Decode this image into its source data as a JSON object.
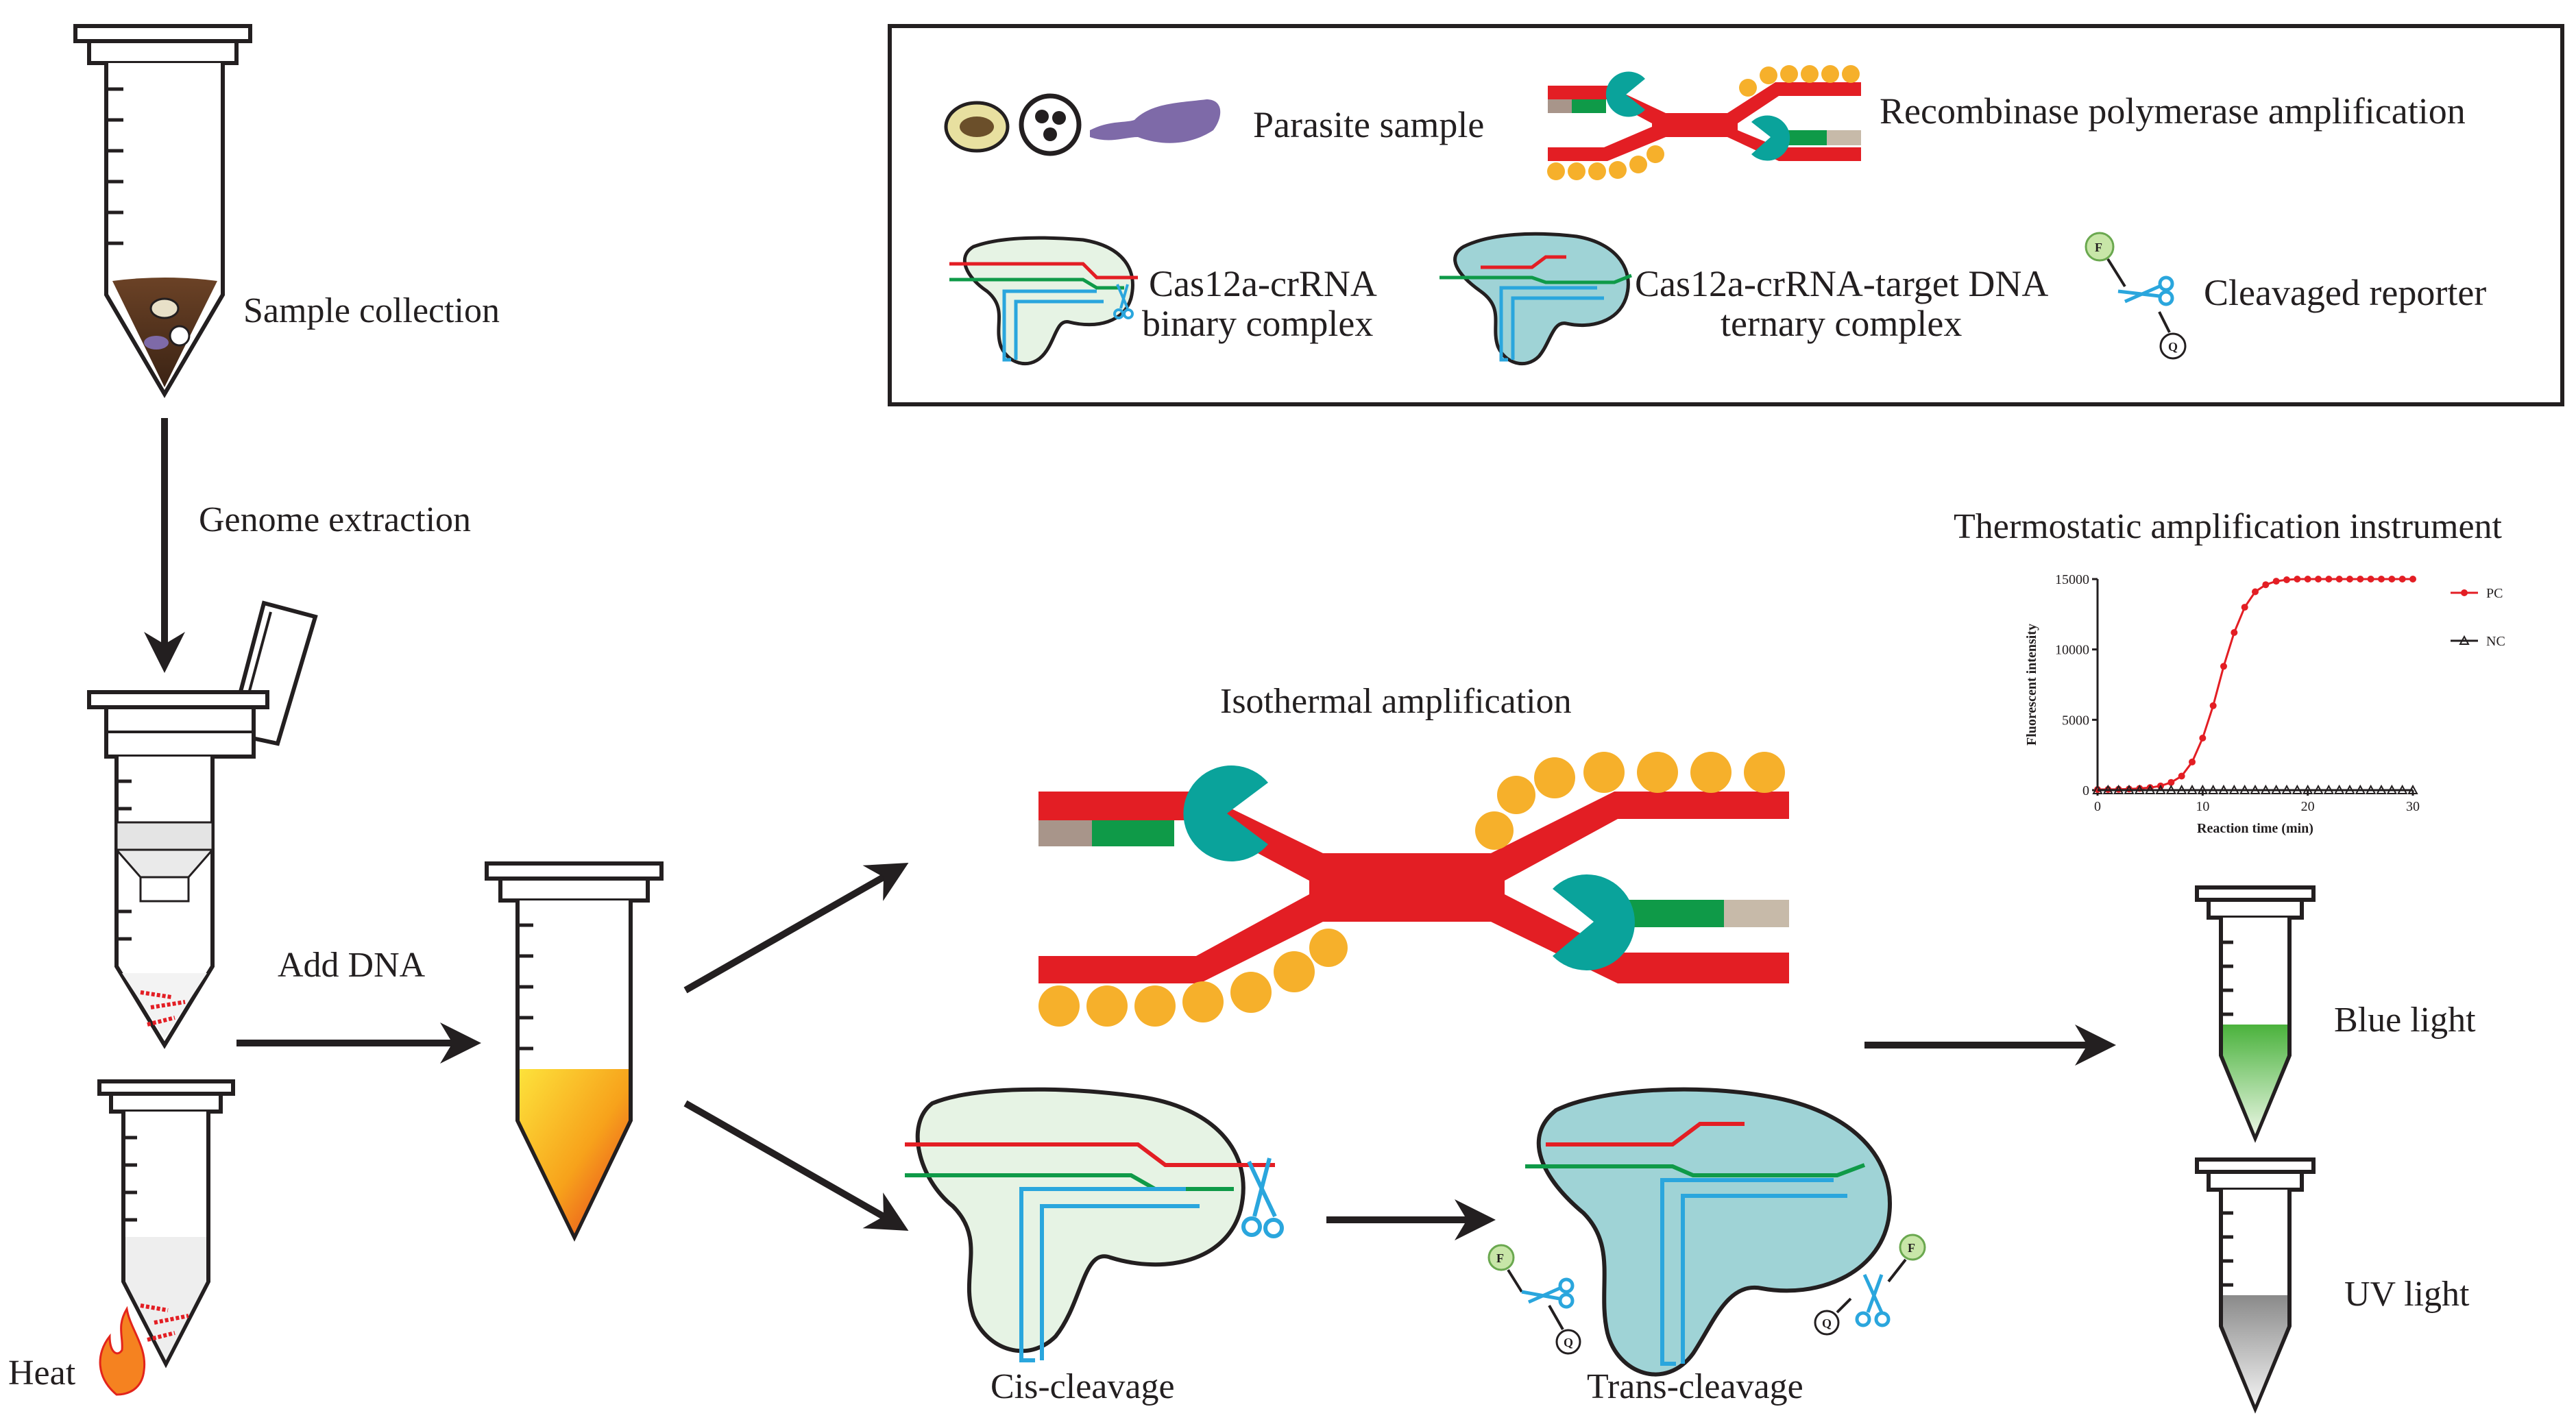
{
  "labels": {
    "sample_collection": "Sample collection",
    "genome_extraction": "Genome extraction",
    "add_dna": "Add DNA",
    "heat": "Heat",
    "isothermal_amplification": "Isothermal amplification",
    "cis_cleavage": "Cis-cleavage",
    "trans_cleavage": "Trans-cleavage",
    "instrument": "Thermostatic amplification instrument",
    "blue_light": "Blue light",
    "uv_light": "UV light"
  },
  "legend": {
    "parasite_sample": "Parasite sample",
    "rpa": "Recombinase polymerase amplification",
    "binary_line1": "Cas12a-crRNA",
    "binary_line2": "binary complex",
    "ternary_line1": "Cas12a-crRNA-target DNA",
    "ternary_line2": "ternary complex",
    "cleaved_reporter": "Cleavaged reporter"
  },
  "reporter": {
    "fluor": "F",
    "quench": "Q"
  },
  "colors": {
    "dna_red": "#e31e24",
    "primer_green": "#0f9a48",
    "tan": "#b9a89a",
    "recombinase_teal": "#0aa39b",
    "ssb_orange": "#f6b02b",
    "crrna_blue": "#2aa6dd",
    "cas_light": "#e6f3e4",
    "cas_teal": "#9fd3d6",
    "blue_light_tube": "#5cbf4a",
    "uv_tube": "#9e9e9e"
  },
  "chart_data": {
    "type": "line",
    "title": "",
    "xlabel": "Reaction time (min)",
    "ylabel": "Fluorescent intensity",
    "xlim": [
      0,
      30
    ],
    "ylim": [
      0,
      15000
    ],
    "xticks": [
      0,
      10,
      20,
      30
    ],
    "yticks": [
      0,
      5000,
      10000,
      15000
    ],
    "legend_position": "right",
    "series": [
      {
        "name": "PC",
        "marker": "circle",
        "color": "#e31e24",
        "x": [
          0,
          1,
          2,
          3,
          4,
          5,
          6,
          7,
          8,
          9,
          10,
          11,
          12,
          13,
          14,
          15,
          16,
          17,
          18,
          19,
          20,
          21,
          22,
          23,
          24,
          25,
          26,
          27,
          28,
          29,
          30
        ],
        "y": [
          50,
          50,
          60,
          80,
          120,
          180,
          300,
          550,
          1000,
          2000,
          3700,
          6000,
          8800,
          11200,
          13000,
          14100,
          14600,
          14850,
          14950,
          15000,
          15000,
          15000,
          15000,
          15000,
          15000,
          15000,
          15000,
          15000,
          15000,
          15000,
          15000
        ]
      },
      {
        "name": "NC",
        "marker": "triangle",
        "color": "#231f20",
        "x": [
          0,
          1,
          2,
          3,
          4,
          5,
          6,
          7,
          8,
          9,
          10,
          11,
          12,
          13,
          14,
          15,
          16,
          17,
          18,
          19,
          20,
          21,
          22,
          23,
          24,
          25,
          26,
          27,
          28,
          29,
          30
        ],
        "y": [
          0,
          0,
          0,
          0,
          0,
          0,
          0,
          0,
          0,
          0,
          0,
          0,
          0,
          0,
          0,
          0,
          0,
          0,
          0,
          0,
          0,
          0,
          0,
          0,
          0,
          0,
          0,
          0,
          0,
          0,
          0
        ]
      }
    ]
  }
}
